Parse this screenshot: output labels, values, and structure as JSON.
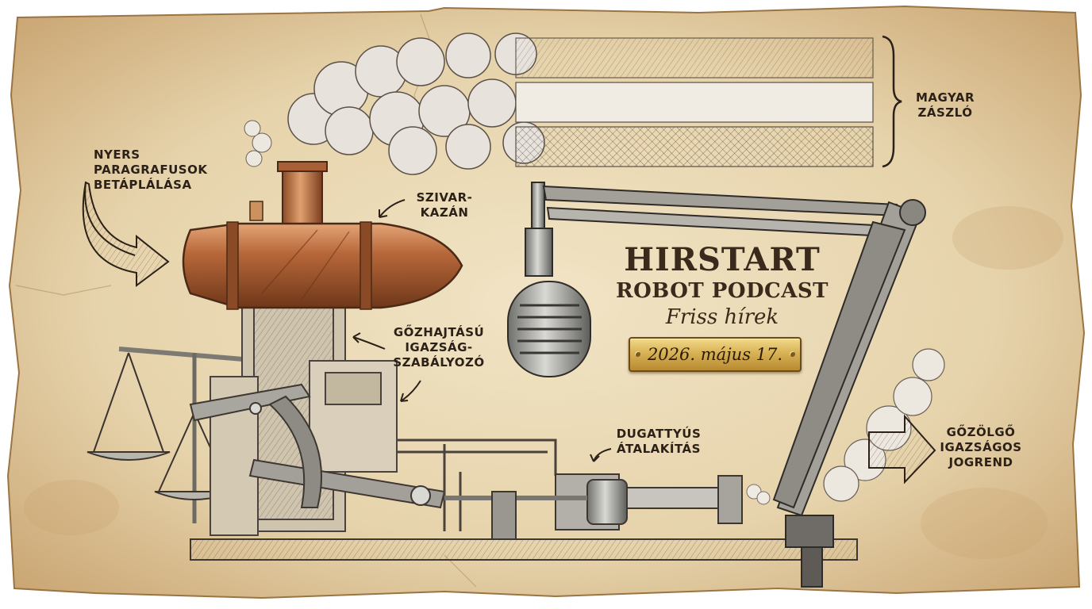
{
  "title": {
    "line1": "HIRSTART",
    "line2": "ROBOT PODCAST",
    "tagline": "Friss hírek"
  },
  "date_plaque": "2026. május 17.",
  "labels": {
    "input": [
      "NYERS",
      "PARAGRAFUSOK",
      "BETÁPLÁLÁSA"
    ],
    "boiler": [
      "SZIVAR-",
      "KAZÁN"
    ],
    "regulator": [
      "GŐZHAJTÁSÚ",
      "IGAZSÁG-",
      "SZABÁLYOZÓ"
    ],
    "piston": [
      "DUGATTYÚS",
      "ÁTALAKÍTÁS"
    ],
    "output": [
      "GŐZÖLGŐ",
      "IGAZSÁGOS",
      "JOGREND"
    ],
    "flag": [
      "MAGYAR",
      "ZÁSZLÓ"
    ]
  },
  "colors": {
    "paper": "#e9d9b6",
    "paper_edge": "#b58c55",
    "ink": "#2b2118",
    "copper": "#b0663a",
    "metal": "#9a9a96",
    "brass": "#d8b255"
  },
  "icons": [
    "cigar-boiler-icon",
    "scales-icon",
    "microphone-icon",
    "steam-cloud-icon",
    "arrow-icon",
    "piston-icon",
    "mic-boom-arm-icon"
  ]
}
